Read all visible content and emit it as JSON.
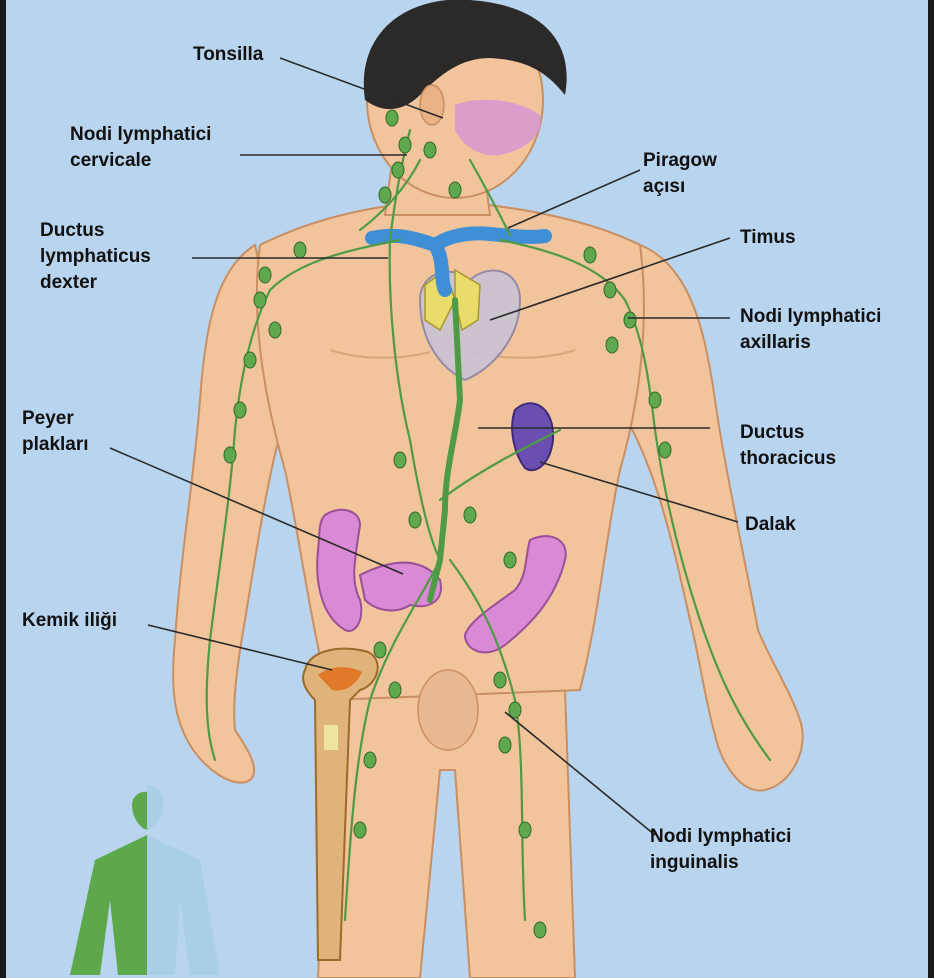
{
  "colors": {
    "background": "#b8d4ee",
    "skin": "#f2c49b",
    "lymph_vessel": "#4f9a45",
    "lymph_node": "#5fa84e",
    "subclavian_vein": "#3f8fd6",
    "heart": "#c9c3d4",
    "thymus": "#e9dc6a",
    "spleen": "#6b4fb0",
    "intestine": "#d98ad4",
    "bone_marrow": "#e07a2a",
    "hair": "#2c2a28",
    "mini_figure_left": "#5ca84a",
    "mini_figure_right": "#a9cfe8"
  },
  "labels": {
    "tonsilla": "Tonsilla",
    "cervicale_1": "Nodi lymphatici",
    "cervicale_2": "cervicale",
    "dexter_1": "Ductus",
    "dexter_2": "lymphaticus",
    "dexter_3": "dexter",
    "piragow_1": "Piragow",
    "piragow_2": "açısı",
    "timus": "Timus",
    "axillaris_1": "Nodi lymphatici",
    "axillaris_2": "axillaris",
    "peyer_1": "Peyer",
    "peyer_2": "plakları",
    "thoracicus_1": "Ductus",
    "thoracicus_2": "thoracicus",
    "dalak": "Dalak",
    "kemik": "Kemik iliği",
    "inguinalis_1": "Nodi lymphatici",
    "inguinalis_2": "inguinalis"
  }
}
